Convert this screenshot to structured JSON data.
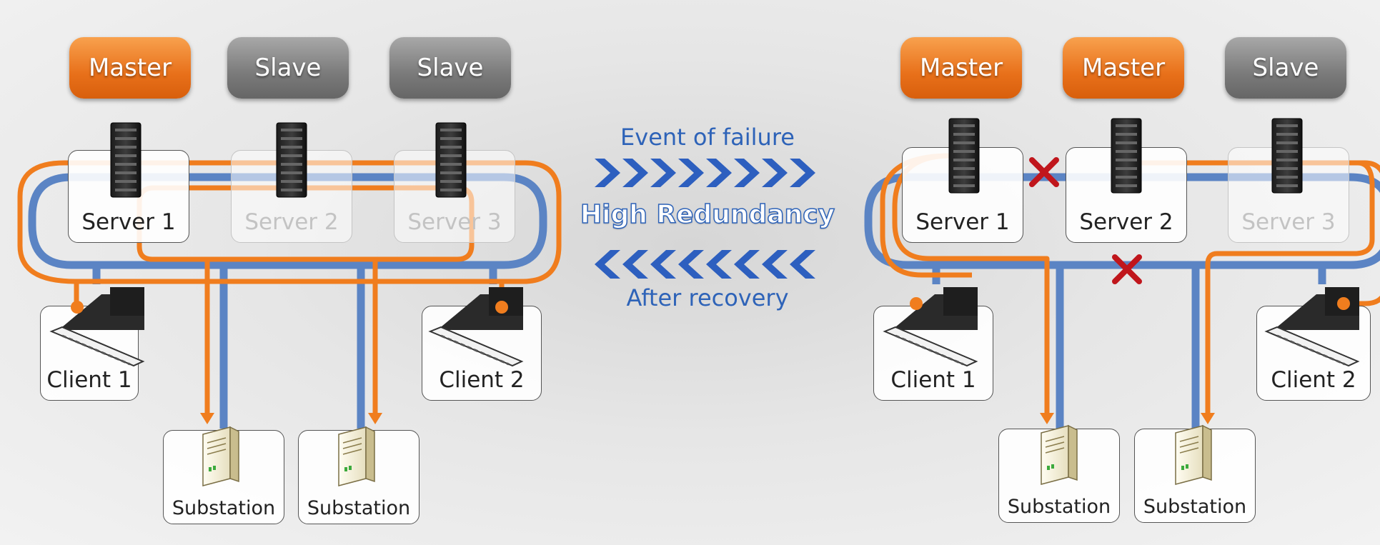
{
  "left": {
    "roles": [
      "Master",
      "Slave",
      "Slave"
    ],
    "servers": [
      "Server 1",
      "Server 2",
      "Server 3"
    ],
    "clients": [
      "Client 1",
      "Client 2"
    ],
    "substations": [
      "Substation",
      "Substation"
    ]
  },
  "right": {
    "roles": [
      "Master",
      "Master",
      "Slave"
    ],
    "servers": [
      "Server 1",
      "Server 2",
      "Server 3"
    ],
    "clients": [
      "Client 1",
      "Client 2"
    ],
    "substations": [
      "Substation",
      "Substation"
    ]
  },
  "middle": {
    "top_label": "Event of failure",
    "center_label": "High Redundancy",
    "bottom_label": "After recovery"
  },
  "colors": {
    "master": "#e8701a",
    "slave": "#808080",
    "primary_link": "#f07d1e",
    "secondary_link": "#5b84c4",
    "failure_mark": "#c0161c",
    "arrow": "#2d5fbf"
  }
}
